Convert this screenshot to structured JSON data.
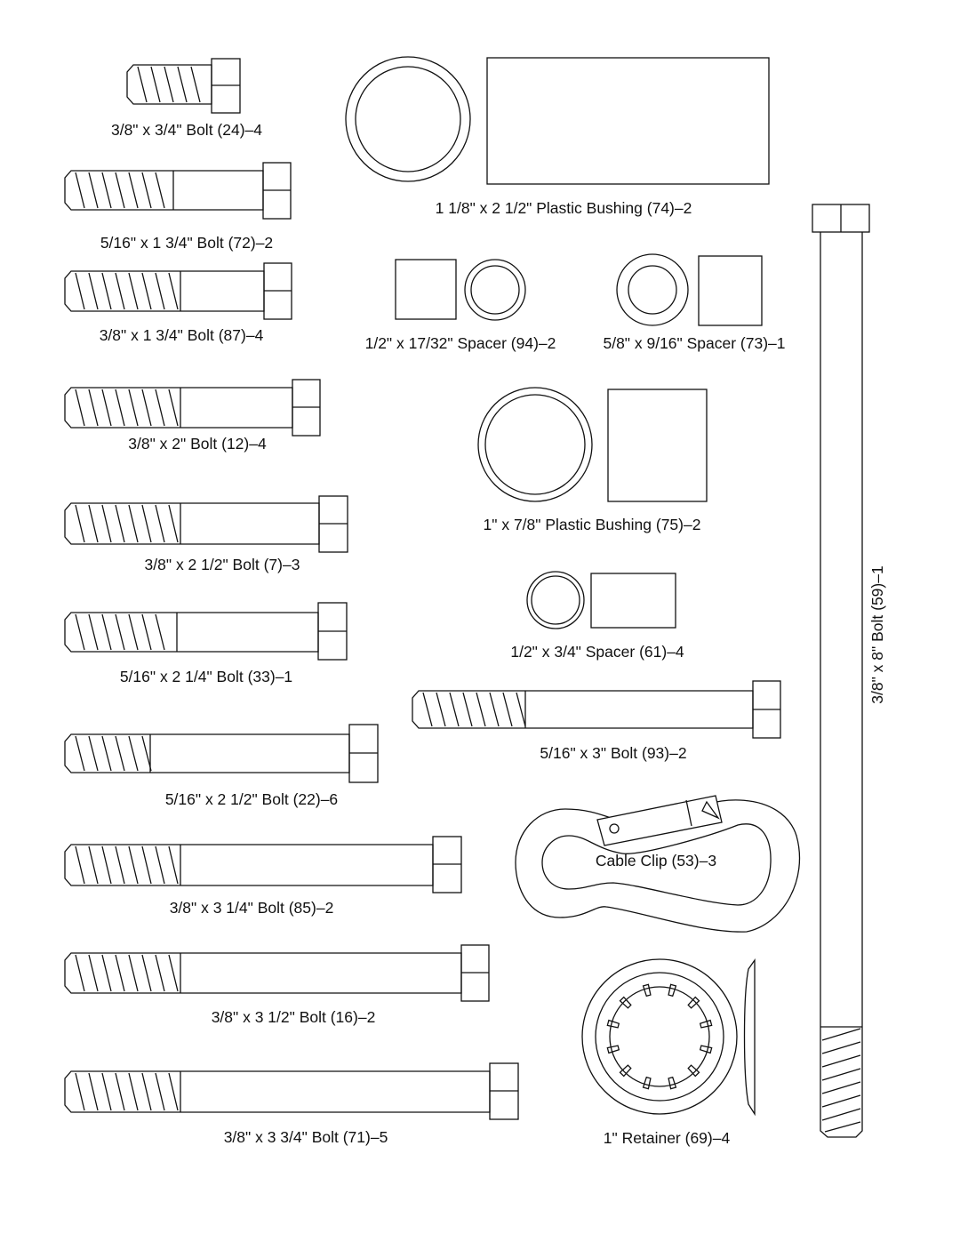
{
  "labels": {
    "bolt_24": "3/8\" x 3/4\" Bolt (24)–4",
    "bolt_72": "5/16\" x 1 3/4\" Bolt (72)–2",
    "bolt_87": "3/8\" x 1 3/4\" Bolt (87)–4",
    "bolt_12": "3/8\" x 2\" Bolt (12)–4",
    "bolt_7": "3/8\" x 2 1/2\"  Bolt (7)–3",
    "bolt_33": "5/16\" x 2 1/4\" Bolt (33)–1",
    "bolt_22": "5/16\" x 2 1/2\" Bolt (22)–6",
    "bolt_85": "3/8\" x 3 1/4\" Bolt (85)–2",
    "bolt_16": "3/8\" x 3 1/2\" Bolt (16)–2",
    "bolt_71": "3/8\" x 3 3/4\" Bolt (71)–5",
    "bushing_74": "1 1/8\" x 2 1/2\" Plastic Bushing (74)–2",
    "spacer_94": "1/2\" x 17/32\" Spacer (94)–2",
    "spacer_73": "5/8\" x 9/16\" Spacer (73)–1",
    "bushing_75": "1\" x 7/8\" Plastic Bushing (75)–2",
    "spacer_61": "1/2\" x 3/4\" Spacer (61)–4",
    "bolt_93": "5/16\" x 3\" Bolt (93)–2",
    "cable_clip_53": "Cable Clip (53)–3",
    "retainer_69": "1\" Retainer (69)–4",
    "bolt_59": "3/8\" x 8\" Bolt (59)–1"
  }
}
